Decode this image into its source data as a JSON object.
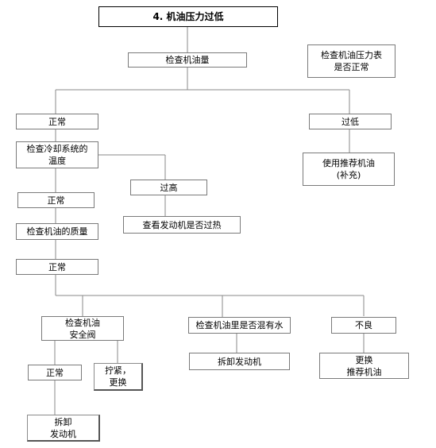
{
  "title": "4. 机油压力过低",
  "nodes": {
    "check_oil_level": "检查机油量",
    "check_gauge": [
      "检查机油压力表",
      "是否正常"
    ],
    "normal_1": "正常",
    "too_low": "过低",
    "check_cooling": [
      "检查冷却系统的",
      "温度"
    ],
    "use_recommended_oil": [
      "使用推荐机油",
      "(补充)"
    ],
    "too_high": "过高",
    "normal_2": "正常",
    "check_overheat": "查看发动机是否过热",
    "check_oil_quality": "检查机油的质量",
    "normal_3": "正常",
    "check_safety_valve": [
      "检查机油",
      "安全阀"
    ],
    "check_water_in_oil": "检查机油里是否混有水",
    "bad": "不良",
    "normal_4": "正常",
    "tighten_replace": [
      "拧紧，",
      "更换"
    ],
    "disassemble_engine_1": "拆卸发动机",
    "replace_oil": [
      "更换",
      "推荐机油"
    ],
    "disassemble_engine_2": [
      "拆卸",
      "发动机"
    ]
  }
}
